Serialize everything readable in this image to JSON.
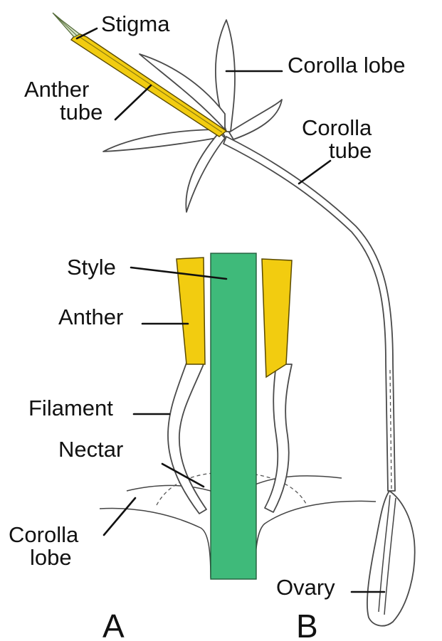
{
  "colors": {
    "anther": "#f2cc10",
    "style": "#3fba7a",
    "outline": "#4a4a4a",
    "text": "#111111"
  },
  "labels": {
    "stigma": "Stigma",
    "anther_tube_line1": "Anther",
    "anther_tube_line2": "tube",
    "corolla_lobe_top": "Corolla lobe",
    "corolla_tube_line1": "Corolla",
    "corolla_tube_line2": "tube",
    "style": "Style",
    "anther": "Anther",
    "filament": "Filament",
    "nectar": "Nectar",
    "corolla_lobe_line1": "Corolla",
    "corolla_lobe_line2": "lobe",
    "ovary": "Ovary"
  },
  "panels": {
    "a": "A",
    "b": "B"
  }
}
